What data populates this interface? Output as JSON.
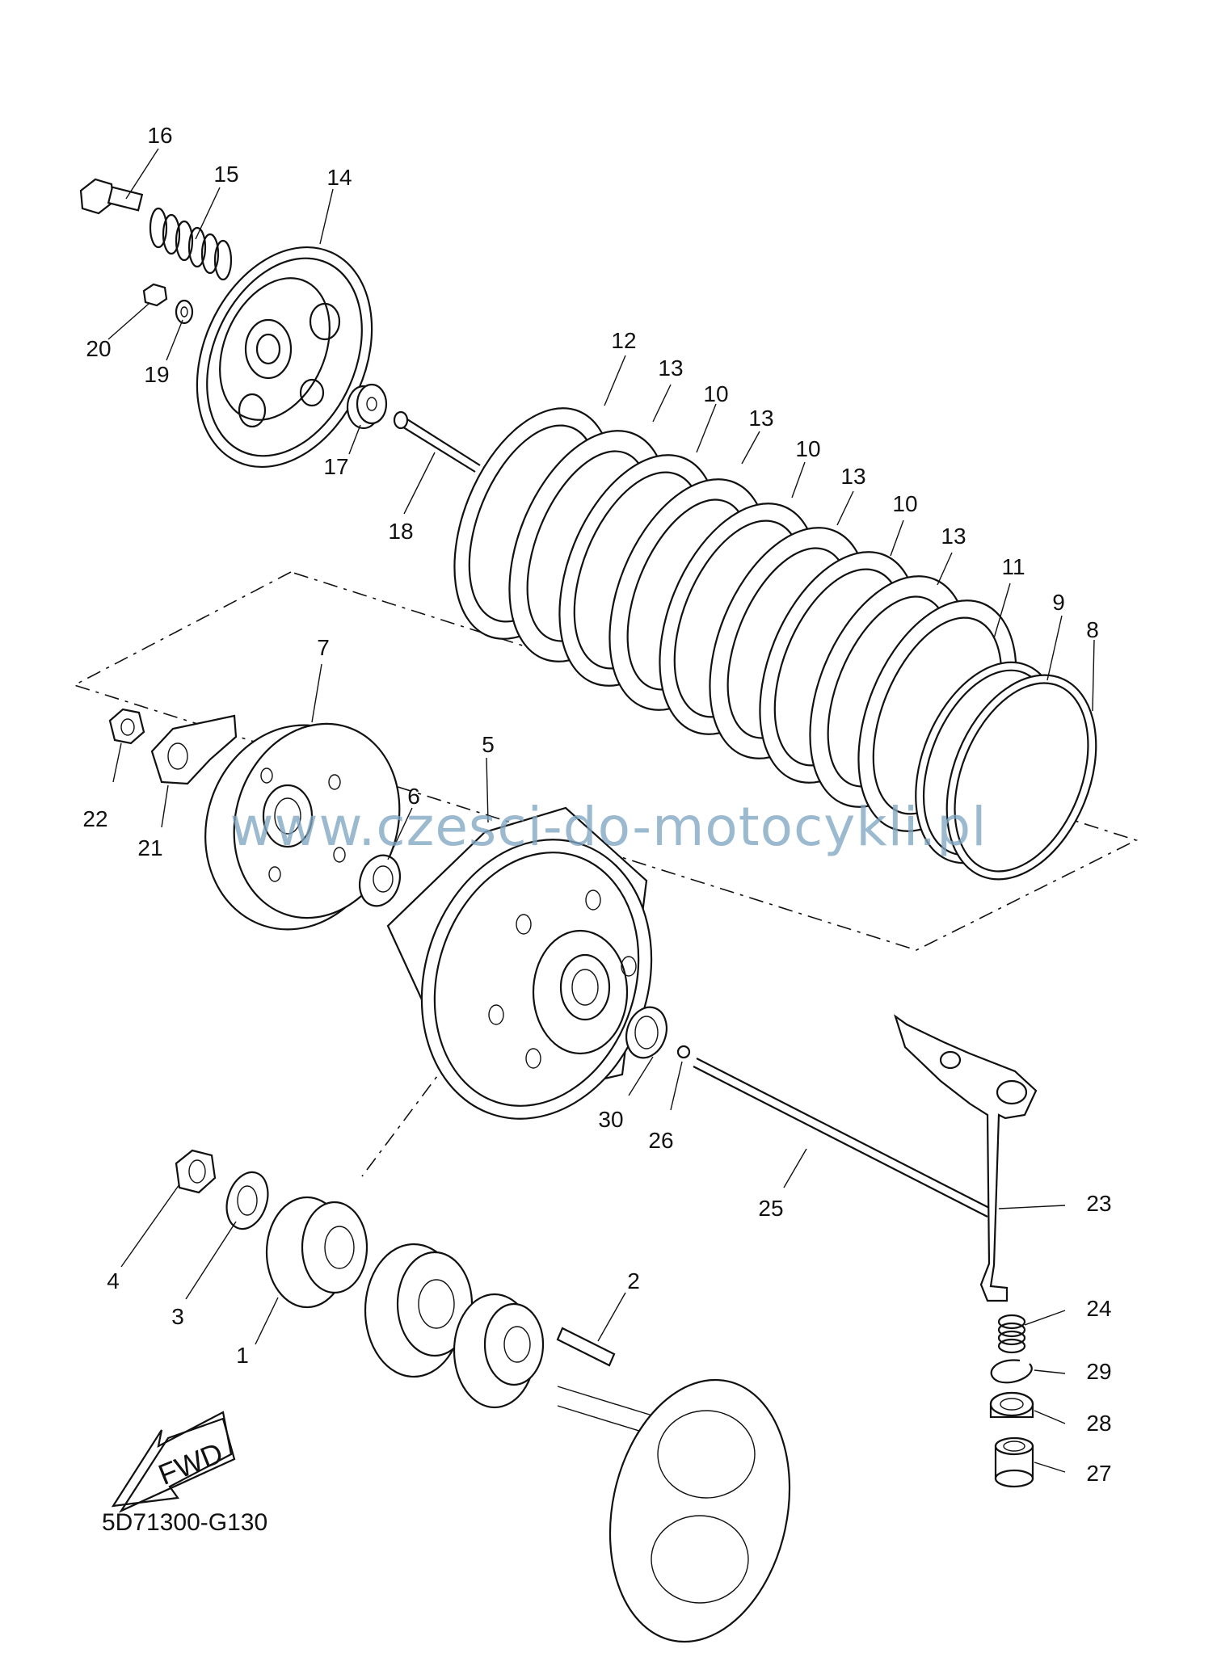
{
  "diagram": {
    "code": "5D71300-G130",
    "fwd_label": "FWD",
    "watermark": "www.czesci-do-motocykli.pl"
  },
  "callouts": [
    {
      "id": "16",
      "label": "16"
    },
    {
      "id": "15",
      "label": "15"
    },
    {
      "id": "14",
      "label": "14"
    },
    {
      "id": "20",
      "label": "20"
    },
    {
      "id": "19",
      "label": "19"
    },
    {
      "id": "17",
      "label": "17"
    },
    {
      "id": "18",
      "label": "18"
    },
    {
      "id": "12",
      "label": "12"
    },
    {
      "id": "13a",
      "label": "13"
    },
    {
      "id": "10a",
      "label": "10"
    },
    {
      "id": "13b",
      "label": "13"
    },
    {
      "id": "10b",
      "label": "10"
    },
    {
      "id": "13c",
      "label": "13"
    },
    {
      "id": "10c",
      "label": "10"
    },
    {
      "id": "13d",
      "label": "13"
    },
    {
      "id": "11",
      "label": "11"
    },
    {
      "id": "9",
      "label": "9"
    },
    {
      "id": "8",
      "label": "8"
    },
    {
      "id": "7",
      "label": "7"
    },
    {
      "id": "22",
      "label": "22"
    },
    {
      "id": "21",
      "label": "21"
    },
    {
      "id": "5",
      "label": "5"
    },
    {
      "id": "6",
      "label": "6"
    },
    {
      "id": "30",
      "label": "30"
    },
    {
      "id": "26",
      "label": "26"
    },
    {
      "id": "25",
      "label": "25"
    },
    {
      "id": "23",
      "label": "23"
    },
    {
      "id": "24",
      "label": "24"
    },
    {
      "id": "29",
      "label": "29"
    },
    {
      "id": "28",
      "label": "28"
    },
    {
      "id": "27",
      "label": "27"
    },
    {
      "id": "4",
      "label": "4"
    },
    {
      "id": "3",
      "label": "3"
    },
    {
      "id": "1",
      "label": "1"
    },
    {
      "id": "2",
      "label": "2"
    }
  ]
}
